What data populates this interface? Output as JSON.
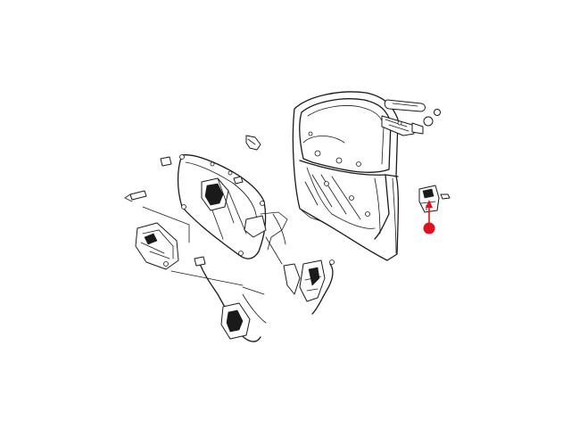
{
  "colors": {
    "background": "#ffffff",
    "line": "#1a1a1a",
    "callout": "#e0101e"
  },
  "icons": [
    "door-shell",
    "door-trim-panel",
    "window-regulator",
    "door-latch-actuator",
    "callout-marker"
  ]
}
